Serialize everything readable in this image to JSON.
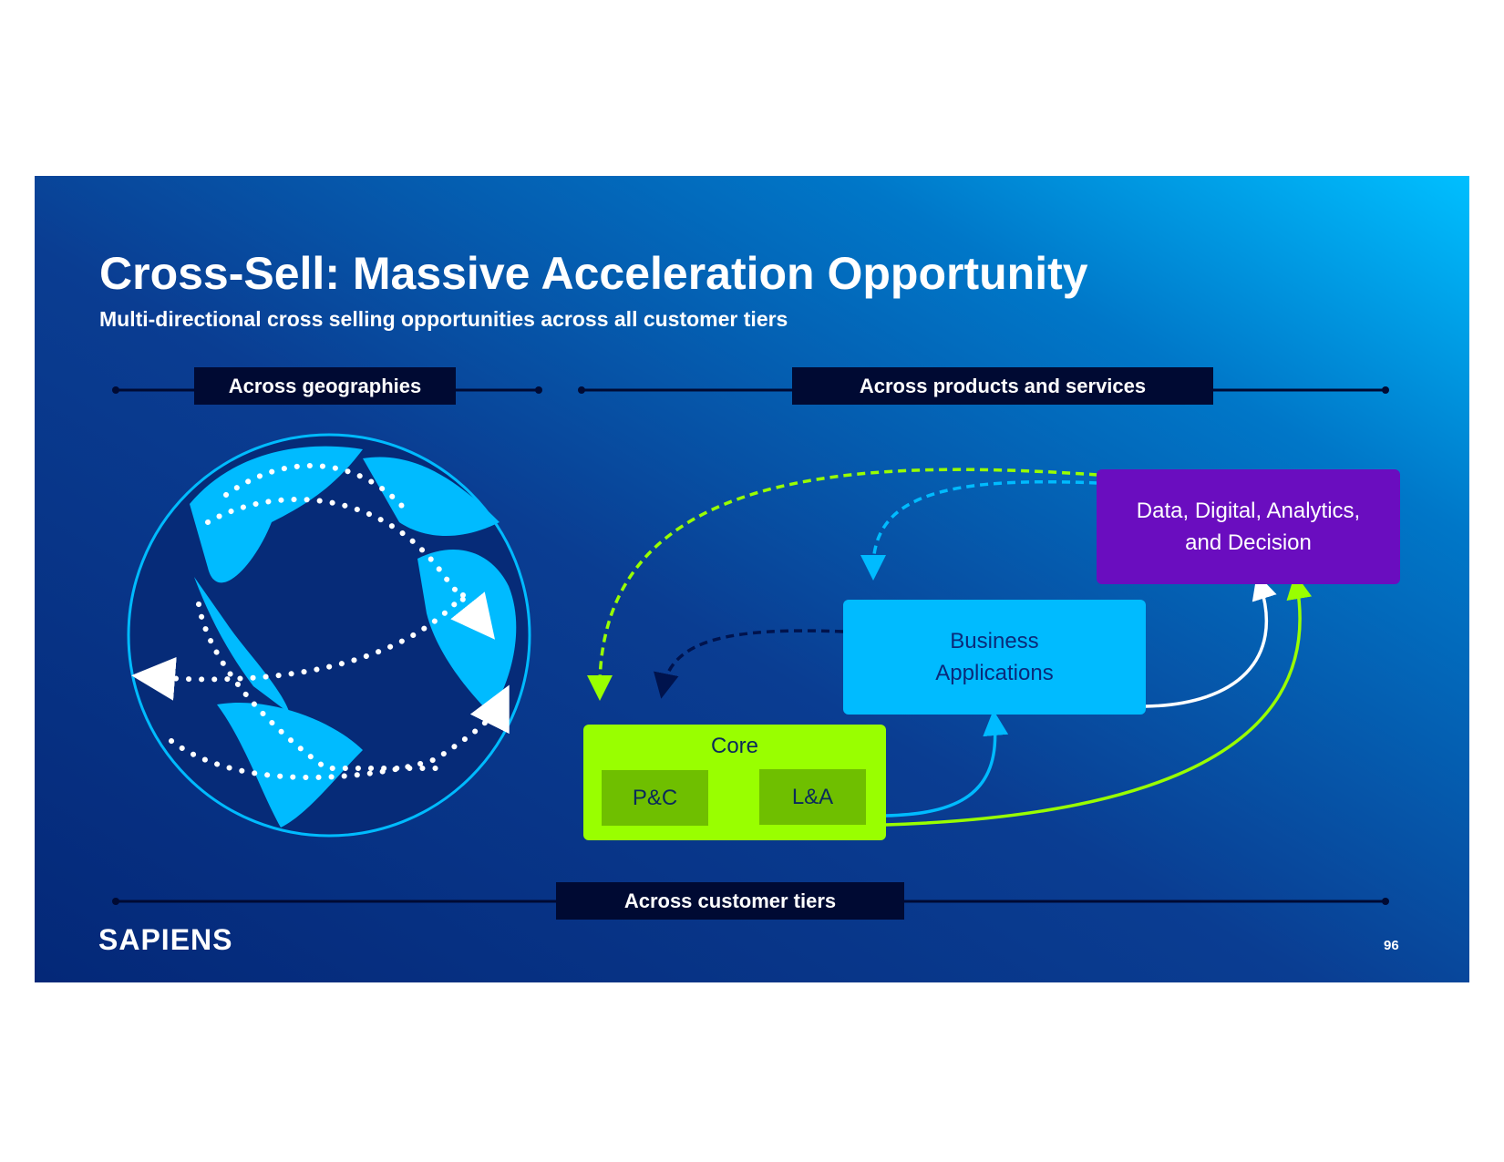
{
  "title": "Cross-Sell: Massive Acceleration Opportunity",
  "subtitle": "Multi-directional cross selling opportunities across all customer tiers",
  "sections": {
    "geographies": "Across geographies",
    "products": "Across products and services",
    "tiers": "Across customer tiers"
  },
  "boxes": {
    "data": "Data, Digital, Analytics, and Decision",
    "business": "Business Applications",
    "core": "Core",
    "pc": "P&C",
    "la": "L&A"
  },
  "logo": "SAPIENS",
  "page_number": "96",
  "colors": {
    "navy": "#000a33",
    "purple": "#6a0dbf",
    "cyan": "#00bbff",
    "lime": "#99ff00",
    "darkgreen": "#6fbf00"
  }
}
